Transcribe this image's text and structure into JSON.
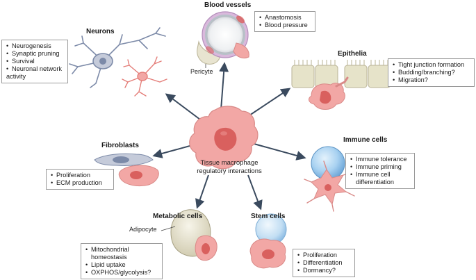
{
  "center": {
    "line1": "Tissue macrophage",
    "line2": "regulatory interactions"
  },
  "groups": {
    "blood_vessels": {
      "title": "Blood vessels",
      "label": "Pericyte",
      "items": [
        "Anastomosis",
        "Blood pressure"
      ]
    },
    "neurons": {
      "title": "Neurons",
      "items": [
        "Neurogenesis",
        "Synaptic pruning",
        "Survival",
        "Neuronal network",
        "activity"
      ]
    },
    "epithelia": {
      "title": "Epithelia",
      "items": [
        "Tight junction formation",
        "Budding/branching?",
        "Migration?"
      ]
    },
    "fibroblasts": {
      "title": "Fibroblasts",
      "items": [
        "Proliferation",
        "ECM production"
      ]
    },
    "immune_cells": {
      "title": "Immune cells",
      "items": [
        "Immune tolerance",
        "Immune priming",
        "Immune cell",
        "differentiation"
      ]
    },
    "metabolic_cells": {
      "title": "Metabolic cells",
      "label": "Adipocyte",
      "items": [
        "Mitochondrial",
        "homeostasis",
        "Lipid uptake",
        "OXPHOS/glycolysis?"
      ]
    },
    "stem_cells": {
      "title": "Stem cells",
      "items": [
        "Proliferation",
        "Differentiation",
        "Dormancy?"
      ]
    }
  },
  "colors": {
    "macrophage": "#f2a7a5",
    "macrophage_nucleus": "#d9605e",
    "arrow": "#3a4a5e",
    "neuron": "#7c8aa8",
    "epithelium": "#e6e3c9",
    "immune_blue": "#8fc1ea",
    "adipocyte": "#e8e4d0",
    "vessel_purple": "#d9b9dc"
  }
}
